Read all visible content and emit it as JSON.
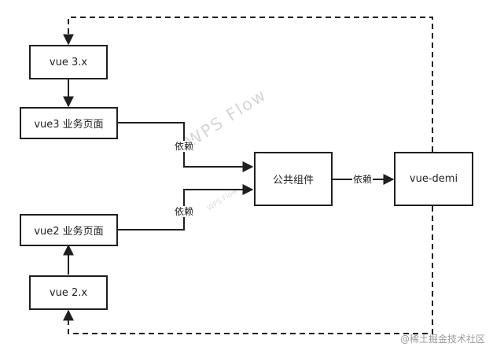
{
  "nodes": {
    "vue3x": "vue 3.x",
    "vue3_page": "vue3 业务页面",
    "shared": "公共组件",
    "vue_demi": "vue-demi",
    "vue2_page": "vue2 业务页面",
    "vue2x": "vue 2.x"
  },
  "edges": {
    "vue3_dep": "依赖",
    "vue2_dep": "依赖",
    "shared_dep": "依赖"
  },
  "watermark": {
    "main": "WPS Flow",
    "sub": "WPS Flow"
  },
  "credit": "@稀土掘金技术社区",
  "colors": {
    "line": "#1f1f1f",
    "background": "#ffffff"
  }
}
